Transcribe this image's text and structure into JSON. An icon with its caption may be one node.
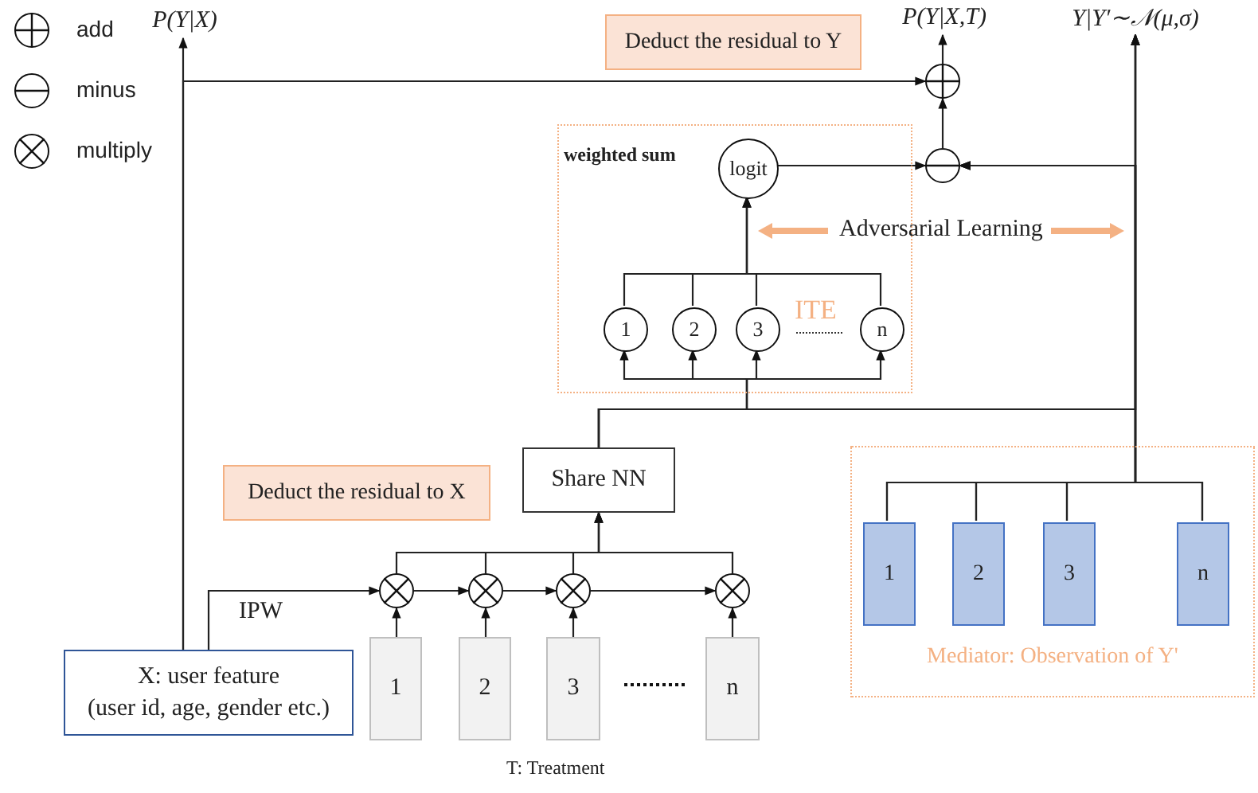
{
  "diagram": {
    "nodes": [
      {
        "text": [
          "P(Y|X)"
        ]
      },
      {
        "text": [
          "P(Y|X,T)"
        ]
      },
      {
        "text": [
          "Y|Y′∼𝒩(μ,σ)"
        ]
      },
      {
        "text": [
          "Deduct the residual to Y"
        ]
      },
      {
        "text": [],
        "shape": "circle"
      },
      {
        "text": [
          "weighted sum"
        ]
      },
      {
        "text": [
          "logit"
        ],
        "in": 5
      },
      {
        "text": [],
        "shape": "circle"
      },
      {
        "text": [
          "1"
        ],
        "in": 5
      },
      {
        "text": [
          "2"
        ],
        "in": 5
      },
      {
        "text": [
          "3"
        ],
        "in": 5
      },
      {
        "text": [
          "n"
        ],
        "in": 5
      },
      {
        "text": [
          "Share NN"
        ]
      },
      {
        "text": [
          "Deduct the residual to X"
        ]
      },
      {
        "text": [
          "Mediator: Observation of Y'"
        ]
      },
      {
        "text": [
          "1"
        ],
        "in": 14
      },
      {
        "text": [
          "2"
        ],
        "in": 14
      },
      {
        "text": [
          "3"
        ],
        "in": 14
      },
      {
        "text": [
          "n"
        ],
        "in": 14
      },
      {
        "text": [],
        "shape": "circle"
      },
      {
        "text": [],
        "shape": "circle"
      },
      {
        "text": [],
        "shape": "circle"
      },
      {
        "text": [],
        "shape": "circle"
      },
      {
        "text": [
          "X: user feature",
          "(user id, age, gender etc.)"
        ]
      },
      {
        "text": [
          "1"
        ]
      },
      {
        "text": [
          "2"
        ]
      },
      {
        "text": [
          "3"
        ]
      },
      {
        "text": [
          "n"
        ]
      }
    ],
    "edges": [
      {
        "from": 23,
        "to": 0,
        "arrow": "to"
      },
      {
        "from": 23,
        "to": 4,
        "arrow": "to"
      },
      {
        "from": 23,
        "to": 19,
        "arrow": "to",
        "label": "IPW"
      },
      {
        "from": 19,
        "to": 20,
        "arrow": "to"
      },
      {
        "from": 20,
        "to": 21,
        "arrow": "to"
      },
      {
        "from": 21,
        "to": 22,
        "arrow": "to"
      },
      {
        "from": 24,
        "to": 19,
        "arrow": "to"
      },
      {
        "from": 25,
        "to": 20,
        "arrow": "to"
      },
      {
        "from": 26,
        "to": 21,
        "arrow": "to"
      },
      {
        "from": 27,
        "to": 22,
        "arrow": "to"
      },
      {
        "from": 19,
        "to": 12,
        "arrow": "to"
      },
      {
        "from": 20,
        "to": 12,
        "arrow": "to"
      },
      {
        "from": 21,
        "to": 12,
        "arrow": "to"
      },
      {
        "from": 22,
        "to": 12,
        "arrow": "to"
      },
      {
        "from": 12,
        "to": 8,
        "arrow": "to"
      },
      {
        "from": 12,
        "to": 9,
        "arrow": "to"
      },
      {
        "from": 12,
        "to": 10,
        "arrow": "to"
      },
      {
        "from": 12,
        "to": 11,
        "arrow": "to"
      },
      {
        "from": 12,
        "to": 2,
        "arrow": "to"
      },
      {
        "from": 12,
        "to": 7,
        "arrow": "to"
      },
      {
        "from": 15,
        "to": 2,
        "arrow": "to"
      },
      {
        "from": 16,
        "to": 2,
        "arrow": "to"
      },
      {
        "from": 17,
        "to": 2,
        "arrow": "to"
      },
      {
        "from": 18,
        "to": 2,
        "arrow": "to"
      },
      {
        "from": 15,
        "to": 7,
        "arrow": "to"
      },
      {
        "from": 16,
        "to": 7,
        "arrow": "to"
      },
      {
        "from": 17,
        "to": 7,
        "arrow": "to"
      },
      {
        "from": 18,
        "to": 7,
        "arrow": "to"
      },
      {
        "from": 8,
        "to": 6,
        "arrow": "to"
      },
      {
        "from": 9,
        "to": 6,
        "arrow": "to"
      },
      {
        "from": 10,
        "to": 6,
        "arrow": "to"
      },
      {
        "from": 11,
        "to": 6,
        "arrow": "to"
      },
      {
        "from": 6,
        "to": 7,
        "arrow": "to"
      },
      {
        "from": 7,
        "to": 4,
        "arrow": "to"
      },
      {
        "from": 4,
        "to": 1,
        "arrow": "to"
      }
    ],
    "labels": [
      "Adversarial Learning",
      "ITE",
      "T: Treatment"
    ],
    "legend": [
      {
        "text": "add"
      },
      {
        "text": "minus"
      },
      {
        "text": "multiply"
      }
    ]
  }
}
